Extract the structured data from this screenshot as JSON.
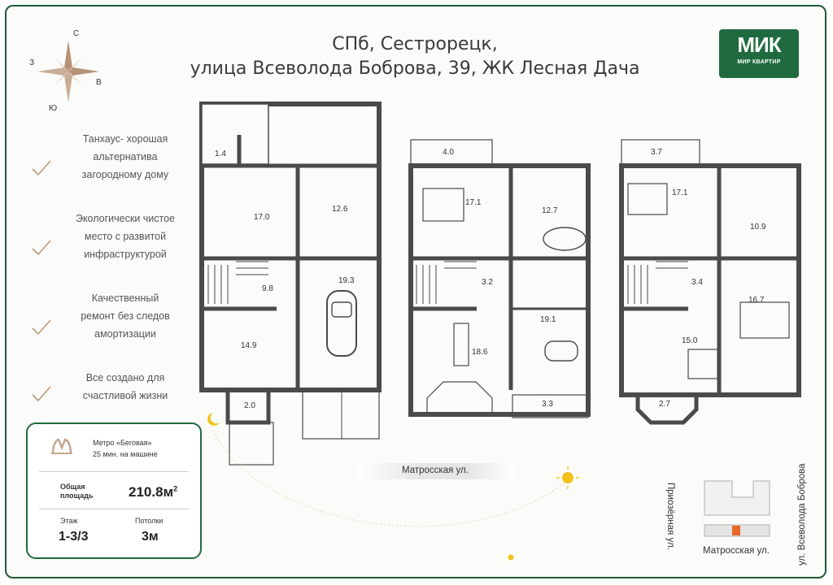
{
  "header": {
    "title_line1": "СПб,  Сестрорецк,",
    "title_line2": "улица Всеволода Боброва, 39, ЖК Лесная Дача"
  },
  "logo": {
    "mark": "МИК",
    "text": "МИР КВАРТИР"
  },
  "compass": {
    "north": "С",
    "west": "З",
    "east": "В",
    "south": "Ю"
  },
  "features": [
    {
      "lines": [
        "Танхаус- хорошая",
        "альтернатива",
        "загородному дому"
      ]
    },
    {
      "lines": [
        "Экологически чистое",
        "место с развитой",
        "инфраструктурой"
      ]
    },
    {
      "lines": [
        "Качественный",
        "ремонт без следов",
        "амортизации"
      ]
    },
    {
      "lines": [
        "Все создано для",
        "счастливой жизни"
      ]
    }
  ],
  "info": {
    "metro_name": "Метро «Беговая»",
    "metro_time": "25 мин. на машине",
    "area_label_1": "Общая",
    "area_label_2": "площадь",
    "area_value": "210.8м",
    "area_sup": "2",
    "floor_label": "Этаж",
    "floor_value": "1-3/3",
    "ceiling_label": "Потолки",
    "ceiling_value": "3м"
  },
  "streets": {
    "bottom_center": "Матросская ул.",
    "bottom_right": "Матросская ул.",
    "vertical_right": "ул. Всеволода Боброва",
    "vertical_left": "Приозёрная ул."
  },
  "floor1_rooms": [
    "1.4",
    "17.0",
    "12.6",
    "9.8",
    "19.3",
    "14.9",
    "2.0"
  ],
  "floor2_rooms": [
    "4.0",
    "17.1",
    "12.7",
    "3.2",
    "19.1",
    "18.6",
    "3.3"
  ],
  "floor3_rooms": [
    "3.7",
    "17.1",
    "10.9",
    "3.4",
    "16.7",
    "15.0",
    "2.7"
  ],
  "colors": {
    "brand": "#1f6b3f",
    "wall": "#4a4a4a",
    "accent": "#e8662a",
    "sun": "#f2c21b"
  }
}
